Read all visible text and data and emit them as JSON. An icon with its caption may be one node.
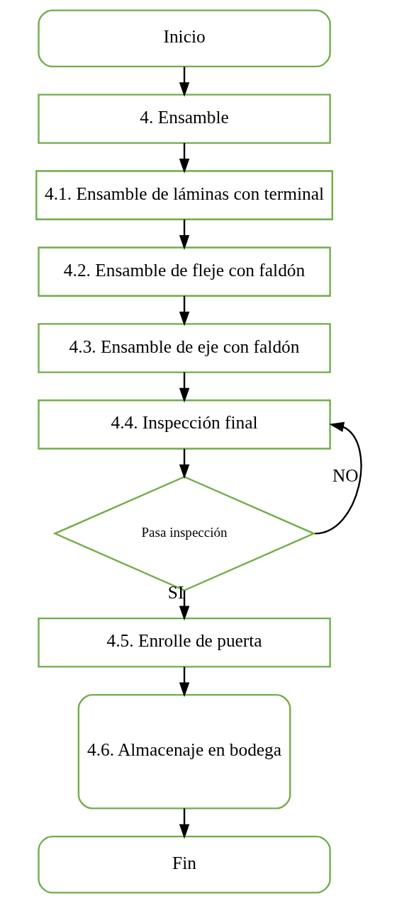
{
  "diagram": {
    "nodes": [
      {
        "text": [
          "Inicio"
        ]
      },
      {
        "text": [
          "4. Ensamble"
        ]
      },
      {
        "text": [
          "4.1. Ensamble de láminas con terminal"
        ]
      },
      {
        "text": [
          "4.2. Ensamble de fleje con faldón"
        ]
      },
      {
        "text": [
          "4.3. Ensamble de eje con faldón"
        ]
      },
      {
        "text": [
          "4.4. Inspección final"
        ]
      },
      {
        "text": [
          "Pasa inspección"
        ]
      },
      {
        "text": [
          "4.5. Enrolle de puerta"
        ]
      },
      {
        "text": [
          "4.6. Almacenaje en bodega"
        ]
      },
      {
        "text": [
          "Fin"
        ]
      }
    ],
    "edges": [
      {
        "from": 0,
        "to": 1,
        "arrow": "to"
      },
      {
        "from": 1,
        "to": 2,
        "arrow": "to"
      },
      {
        "from": 2,
        "to": 3,
        "arrow": "to"
      },
      {
        "from": 3,
        "to": 4,
        "arrow": "to"
      },
      {
        "from": 4,
        "to": 5,
        "arrow": "to"
      },
      {
        "from": 5,
        "to": 6,
        "arrow": "to"
      },
      {
        "from": 6,
        "to": 5,
        "arrow": "to",
        "label": "NO"
      },
      {
        "from": 6,
        "to": 7,
        "arrow": "to",
        "label": "SI"
      },
      {
        "from": 7,
        "to": 8,
        "arrow": "to"
      },
      {
        "from": 8,
        "to": 9,
        "arrow": "to"
      }
    ]
  }
}
